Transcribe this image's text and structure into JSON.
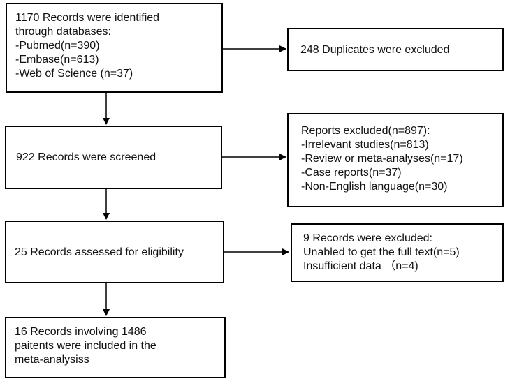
{
  "identification": {
    "lines": [
      "1170 Records were identified",
      "through databases:",
      "-Pubmed(n=390)",
      "-Embase(n=613)",
      "-Web of Science (n=37)"
    ]
  },
  "duplicates": {
    "text": "248 Duplicates were excluded"
  },
  "screened": {
    "text": "922 Records were screened"
  },
  "reports_excluded": {
    "lines": [
      "Reports excluded(n=897):",
      "-Irrelevant studies(n=813)",
      "-Review or meta-analyses(n=17)",
      "-Case reports(n=37)",
      "-Non-English language(n=30)"
    ]
  },
  "eligibility": {
    "text": "25 Records assessed for eligibility"
  },
  "excluded_full_text": {
    "lines": [
      "9 Records were excluded:",
      "Unabled to get the full text(n=5)",
      "Insufficient data （n=4)"
    ]
  },
  "included": {
    "lines": [
      "16 Records involving 1486",
      "paitents were included in the",
      "meta-analysiss"
    ]
  }
}
